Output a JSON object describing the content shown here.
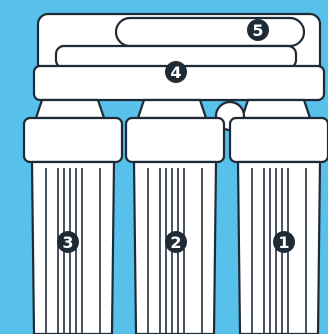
{
  "diagram": {
    "background_color": "#58c1eb",
    "stroke_color": "#1f2a37",
    "part_fill_color": "#ffffff",
    "badge_color": "#1f2a37",
    "badge_text_color": "#ffffff",
    "labels": {
      "stage_1": "1",
      "stage_2": "2",
      "stage_3": "3",
      "stage_4": "4",
      "stage_5": "5"
    }
  }
}
